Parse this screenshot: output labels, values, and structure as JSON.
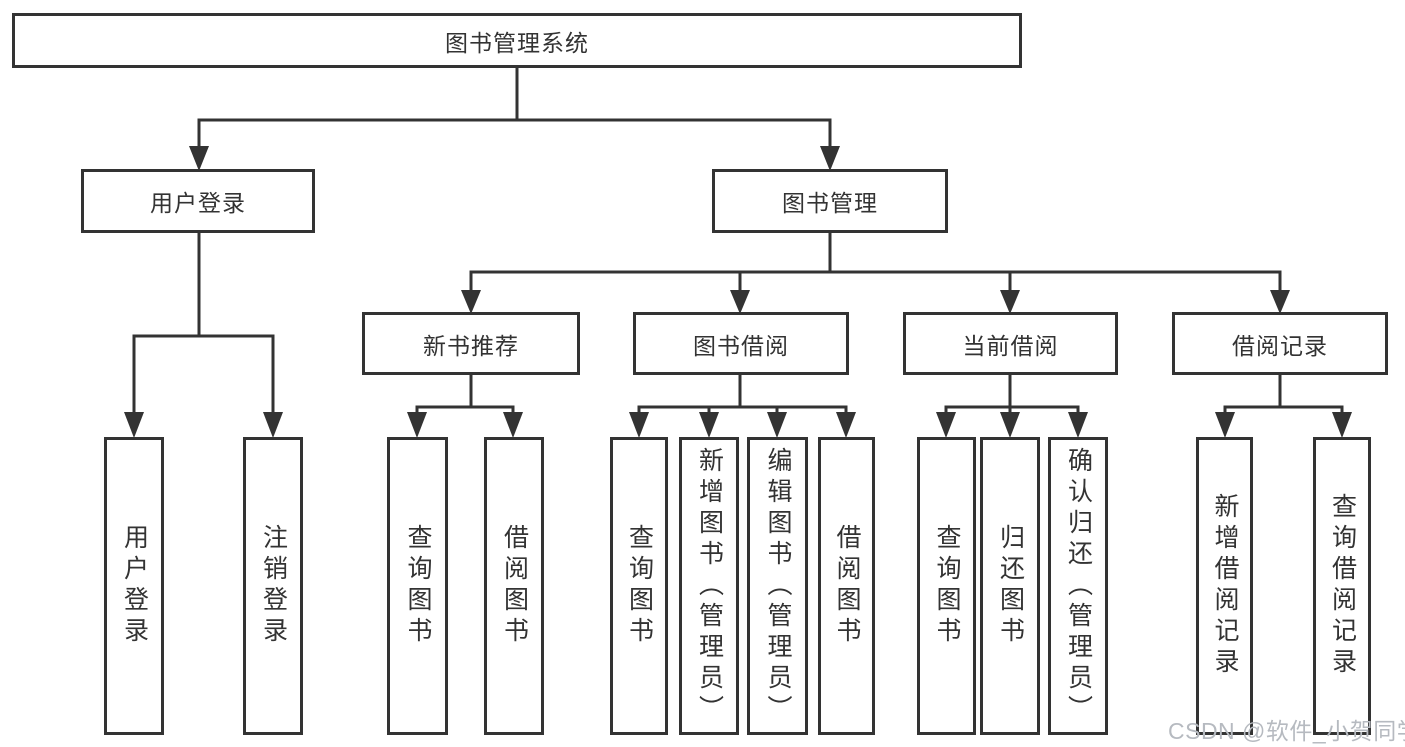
{
  "colors": {
    "line": "#333333",
    "text": "#333333",
    "box_background": "#ffffff",
    "page_background": "#ffffff",
    "watermark_text_color": "#b6bac0"
  },
  "chart": {
    "root": {
      "label": "图书管理系统"
    },
    "level1": [
      {
        "label": "用户登录"
      },
      {
        "label": "图书管理"
      }
    ],
    "level2": [
      {
        "label": "新书推荐",
        "parent": "图书管理"
      },
      {
        "label": "图书借阅",
        "parent": "图书管理"
      },
      {
        "label": "当前借阅",
        "parent": "图书管理"
      },
      {
        "label": "借阅记录",
        "parent": "图书管理"
      }
    ],
    "leaves": [
      {
        "label": "用户登录",
        "parent": "用户登录"
      },
      {
        "label": "注销登录",
        "parent": "用户登录"
      },
      {
        "label": "查询图书",
        "parent": "新书推荐"
      },
      {
        "label": "借阅图书",
        "parent": "新书推荐"
      },
      {
        "label": "查询图书",
        "parent": "图书借阅"
      },
      {
        "label": "新增图书（管理员）",
        "parent": "图书借阅"
      },
      {
        "label": "编辑图书（管理员）",
        "parent": "图书借阅"
      },
      {
        "label": "借阅图书",
        "parent": "图书借阅"
      },
      {
        "label": "查询图书",
        "parent": "当前借阅"
      },
      {
        "label": "归还图书",
        "parent": "当前借阅"
      },
      {
        "label": "确认归还（管理员）",
        "parent": "当前借阅"
      },
      {
        "label": "新增借阅记录",
        "parent": "借阅记录"
      },
      {
        "label": "查询借阅记录",
        "parent": "借阅记录"
      }
    ]
  },
  "watermark": {
    "text": "CSDN @软件_小贺同学"
  }
}
